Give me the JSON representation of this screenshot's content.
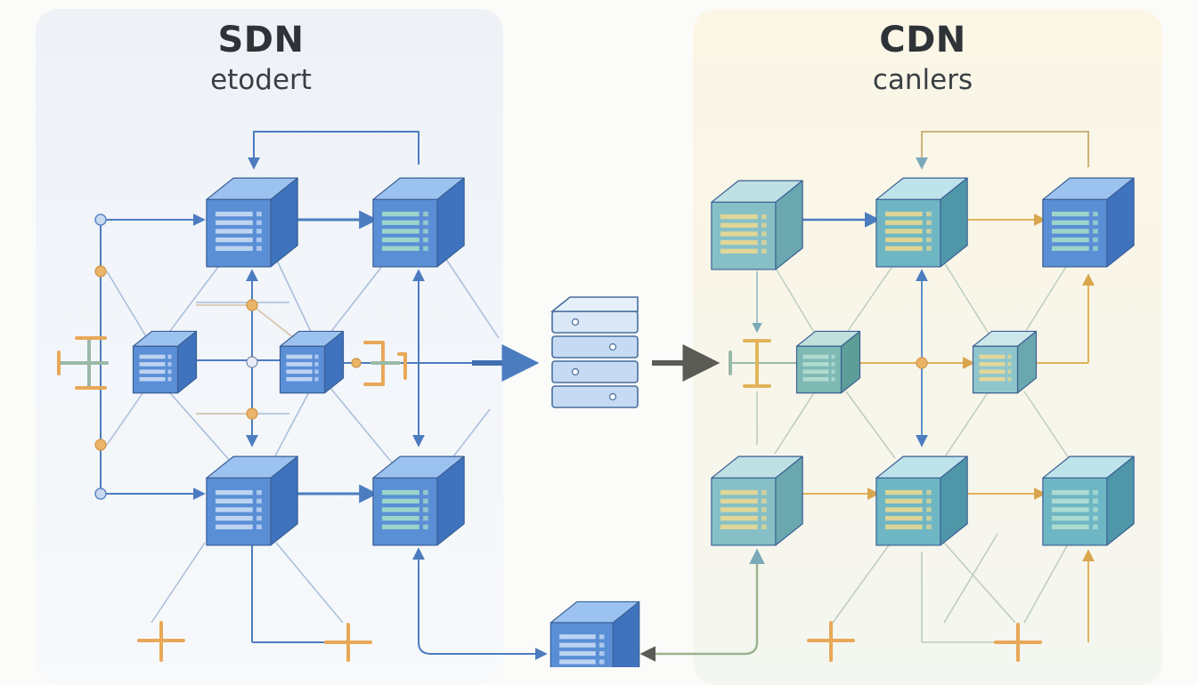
{
  "sdn": {
    "title": "SDN",
    "subtitle": "etodert"
  },
  "cdn": {
    "title": "CDN",
    "subtitle": "canlers"
  },
  "colors": {
    "sdn_node_front": "#5a8fd6",
    "sdn_node_top": "#9cc2ef",
    "sdn_node_side": "#3f73bd",
    "cdn_node_front": "#86c0c6",
    "cdn_node_top": "#bfe1e3",
    "cdn_node_side": "#6aa7ae",
    "link_blue": "#4c7cc0",
    "link_gold": "#e2b35a",
    "endpoint_orange": "#e8a857",
    "gray_arrow": "#5b5b55"
  }
}
